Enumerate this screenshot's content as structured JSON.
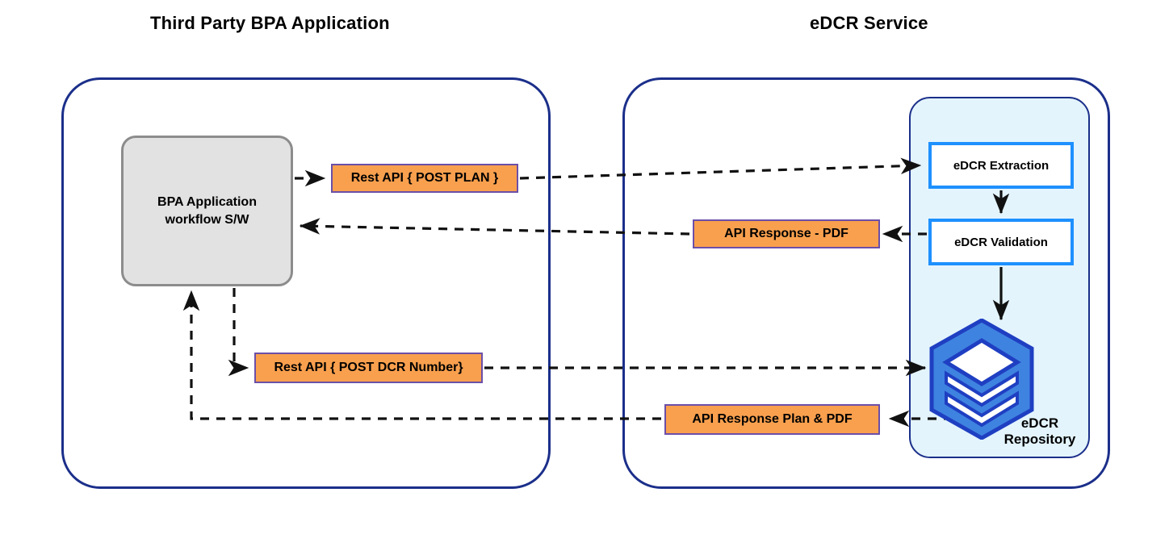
{
  "diagram": {
    "titles": {
      "left": "Third Party BPA Application",
      "right": "eDCR Service"
    },
    "nodes": {
      "bpa_app": "BPA Application\nworkflow S/W",
      "bpa_app_line1": "BPA Application",
      "bpa_app_line2": "workflow S/W",
      "edcr_extraction": "eDCR Extraction",
      "edcr_validation": "eDCR Validation",
      "edcr_repository_line1": "eDCR",
      "edcr_repository_line2": "Repository"
    },
    "messages": {
      "post_plan": "Rest API { POST PLAN }",
      "api_response_pdf": "API Response - PDF",
      "post_dcr_number": "Rest API { POST DCR Number}",
      "api_response_plan_pdf": "API Response Plan & PDF"
    },
    "colors": {
      "container_border": "#1b2f8a",
      "message_fill": "#f9a04e",
      "message_border": "#6b4fa8",
      "process_border": "#1e90ff",
      "panel_fill": "#e3f4fd",
      "app_fill": "#e2e2e2",
      "app_border": "#8c8c8c",
      "repository_fill": "#3f83e0",
      "repository_stroke": "#1f3fc2",
      "connector": "#111111"
    },
    "icons": {
      "repository": "stacked-layers-hexagon-icon"
    }
  }
}
